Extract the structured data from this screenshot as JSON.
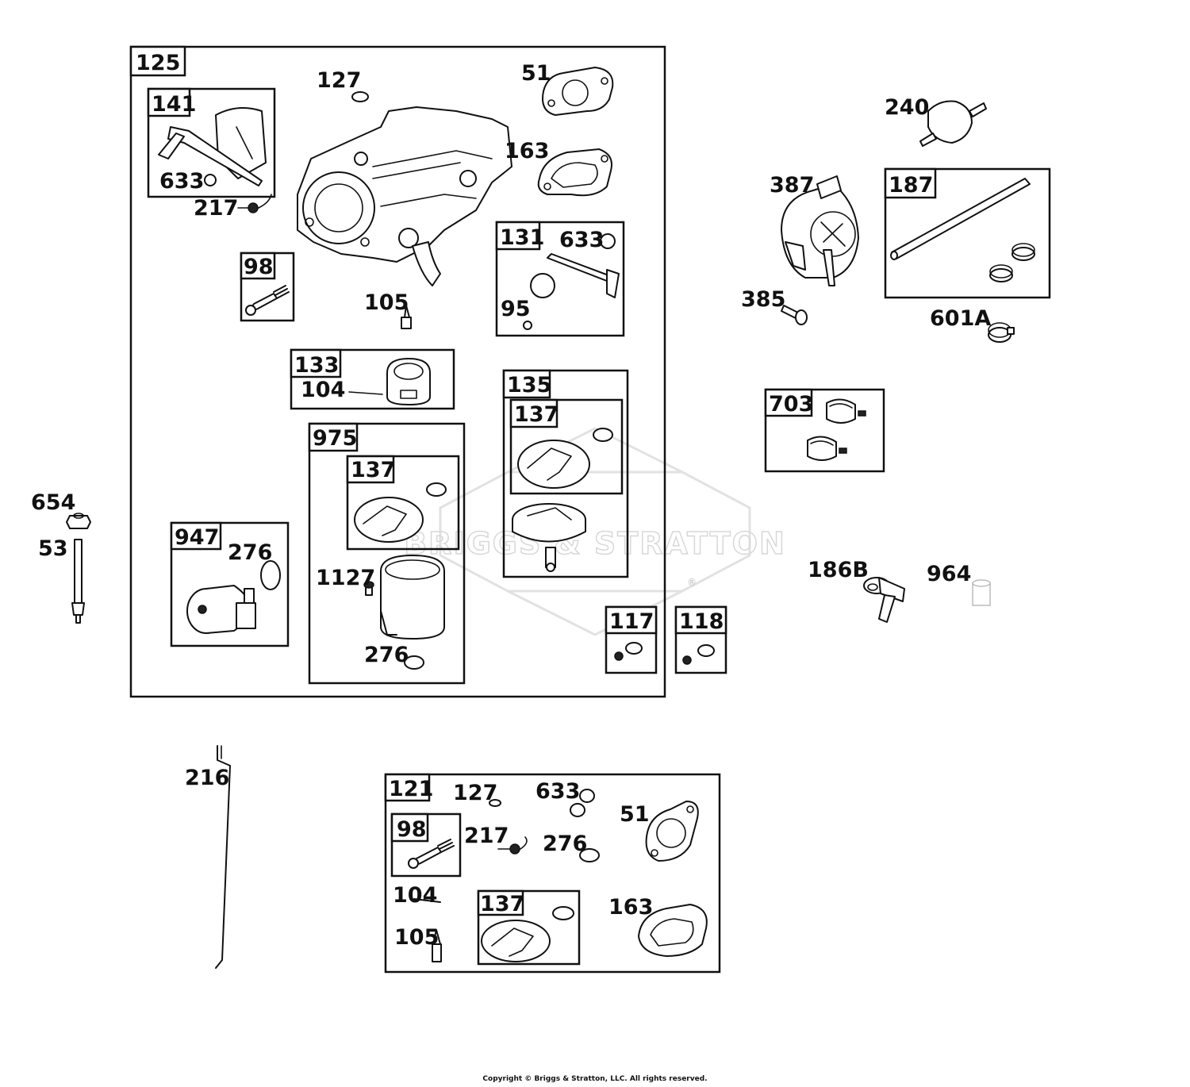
{
  "watermark": {
    "text": "BRIGGS & STRATTON",
    "mark": "®"
  },
  "copyright": "Copyright © Briggs & Stratton, LLC. All rights reserved.",
  "boxes": {
    "b125": "125",
    "b141": "141",
    "b98a": "98",
    "b131": "131",
    "b133": "133",
    "b135": "135",
    "b137a": "137",
    "b975": "975",
    "b137b": "137",
    "b947": "947",
    "b117": "117",
    "b118": "118",
    "b187": "187",
    "b703": "703",
    "b121": "121",
    "b98b": "98",
    "b137c": "137"
  },
  "labels": {
    "l127a": "127",
    "l51a": "51",
    "l163a": "163",
    "l633a": "633",
    "l217a": "217",
    "l633b": "633",
    "l95": "95",
    "l105a": "105",
    "l104a": "104",
    "l276a": "276",
    "l1127": "1127",
    "l276b": "276",
    "l654": "654",
    "l53": "53",
    "l240": "240",
    "l387": "387",
    "l385": "385",
    "l601a": "601A",
    "l186b": "186B",
    "l964": "964",
    "l216": "216",
    "l127b": "127",
    "l633c": "633",
    "l51b": "51",
    "l217b": "217",
    "l276c": "276",
    "l104b": "104",
    "l105b": "105",
    "l163b": "163"
  }
}
